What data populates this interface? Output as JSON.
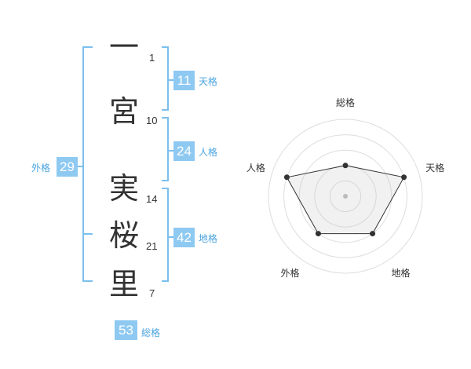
{
  "name_chars": [
    {
      "char": "一",
      "strokes": "1"
    },
    {
      "char": "宮",
      "strokes": "10"
    },
    {
      "char": "実",
      "strokes": "14"
    },
    {
      "char": "桜",
      "strokes": "21"
    },
    {
      "char": "里",
      "strokes": "7"
    }
  ],
  "fortunes": {
    "tenkaku": {
      "value": "11",
      "label": "天格"
    },
    "jinkaku": {
      "value": "24",
      "label": "人格"
    },
    "chikaku": {
      "value": "42",
      "label": "地格"
    },
    "gaikaku": {
      "value": "29",
      "label": "外格"
    },
    "soukaku": {
      "value": "53",
      "label": "総格"
    }
  },
  "chart_data": {
    "type": "radar",
    "axes": [
      "総格",
      "天格",
      "地格",
      "外格",
      "人格"
    ],
    "values": [
      2,
      4,
      3,
      3,
      4
    ],
    "max": 5,
    "grid": true
  },
  "colors": {
    "accent": "#8ec9f2",
    "bracket": "#7cc0ee",
    "label": "#4aa3df"
  }
}
